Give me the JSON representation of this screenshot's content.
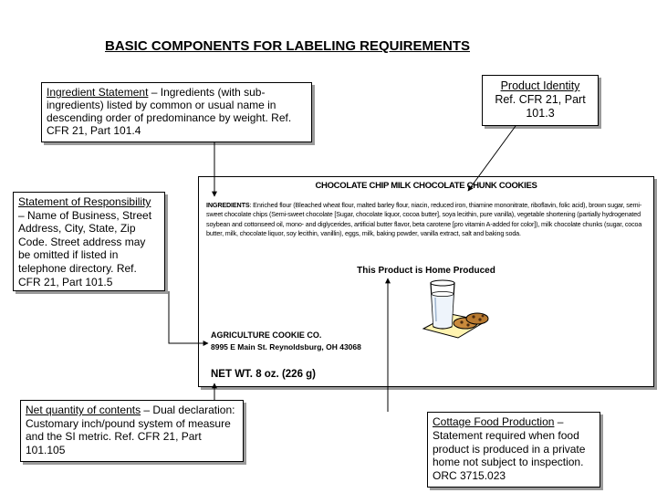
{
  "title": "BASIC COMPONENTS FOR LABELING REQUIREMENTS",
  "ingredient_statement": {
    "heading": "Ingredient Statement",
    "text": " – Ingredients (with sub-ingredients) listed by common or usual name in descending order of predominance by weight. Ref. CFR 21, Part 101.4"
  },
  "product_identity": {
    "heading": "Product Identity",
    "text": "Ref. CFR 21, Part 101.3"
  },
  "statement_of_responsibility": {
    "heading": "Statement of Responsibility",
    "text": " – Name of Business, Street Address, City, State, Zip Code. Street address may be omitted if listed in telephone directory. Ref. CFR 21, Part 101.5"
  },
  "net_quantity": {
    "heading": "Net quantity of contents",
    "text": " – Dual declaration: Customary inch/pound system of measure and the SI metric. Ref. CFR 21, Part 101.105"
  },
  "cottage_food": {
    "heading": "Cottage Food Production",
    "text": " – Statement required when food product is produced in a private home not subject to inspection. ORC 3715.023"
  },
  "label": {
    "product_name": "CHOCOLATE CHIP MILK CHOCOLATE CHUNK COOKIES",
    "ingredients_heading": "INGREDIENTS",
    "ingredients_text": ": Enriched flour (Bleached wheat flour, malted barley flour, niacin, reduced iron, thiamine mononitrate, riboflavin, folic acid), brown sugar, semi-sweet chocolate chips (Semi-sweet chocolate [Sugar, chocolate liquor, cocoa butter], soya lecithin, pure vanilla), vegetable shortening (partially hydrogenated soybean and cottonseed oil, mono- and diglycerides, artificial butter flavor, beta carotene [pro vitamin A-added for color]), milk chocolate chunks (sugar, cocoa butter, milk, chocolate liquor, soy lecithin, vanillin), eggs, milk, baking powder, vanilla extract, salt and baking soda.",
    "home_statement": "This Product is Home Produced",
    "company": "AGRICULTURE COOKIE CO.",
    "address": "8995 E Main St. Reynoldsburg, OH 43068",
    "net_weight": "NET WT. 8 oz. (226 g)",
    "illustration": "milk-and-cookies-illustration"
  }
}
